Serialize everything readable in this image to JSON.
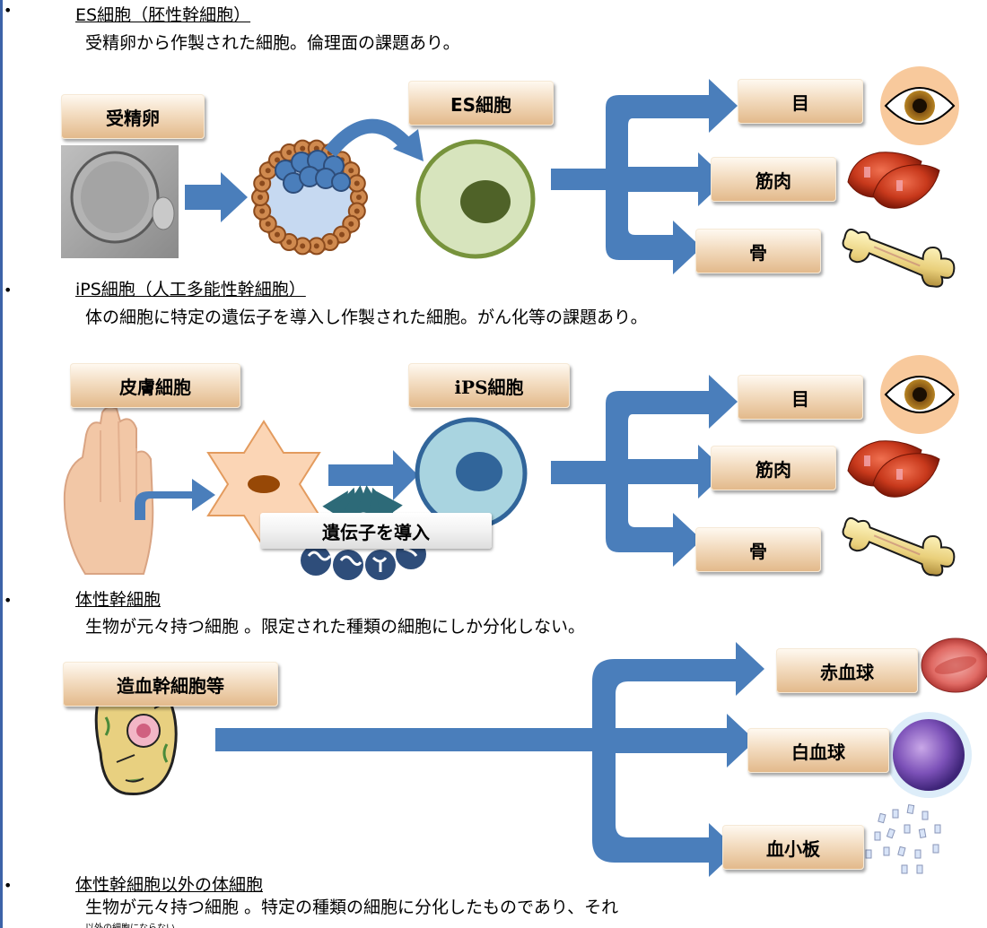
{
  "sections": [
    {
      "heading": "ES細胞（胚性幹細胞）",
      "description": "受精卵から作製された細胞。倫理面の課題あり。",
      "source_label": "受精卵",
      "middle_label": "ES細胞",
      "targets": [
        "目",
        "筋肉",
        "骨"
      ]
    },
    {
      "heading": "iPS細胞（人工多能性幹細胞）",
      "description": "体の細胞に特定の遺伝子を導入し作製された細胞。がん化等の課題あり。",
      "source_label": "皮膚細胞",
      "middle_label": "iPS細胞",
      "gene_label": "遺伝子を導入",
      "targets": [
        "目",
        "筋肉",
        "骨"
      ]
    },
    {
      "heading": "体性幹細胞",
      "description": "生物が元々持つ細胞 。限定された種類の細胞にしか分化しない。",
      "source_label": "造血幹細胞等",
      "targets": [
        "赤血球",
        "白血球",
        "血小板"
      ]
    },
    {
      "heading": "体性幹細胞以外の体細胞",
      "description_lines": [
        "生物が元々持つ細胞 。特定の種類の細胞に分化したものであり、それ",
        "以外の細胞にならない。"
      ]
    }
  ],
  "colors": {
    "arrow": "#4a7ebb",
    "label_gradient_top": "#fffaf2",
    "label_gradient_bottom": "#e2b889",
    "es_cell_fill": "#d7e4bd",
    "es_cell_border": "#77933c",
    "ips_cell_fill": "#a9d4e0",
    "ips_cell_border": "#31659a"
  },
  "icons": [
    "fertilized-egg-photo",
    "blastocyst-icon",
    "eye-icon",
    "muscle-icon",
    "bone-icon",
    "hand-icon",
    "skin-cell-icon",
    "dna-strand-icon",
    "stem-cell-icon",
    "red-blood-cell-icon",
    "white-blood-cell-icon",
    "platelet-icon"
  ]
}
